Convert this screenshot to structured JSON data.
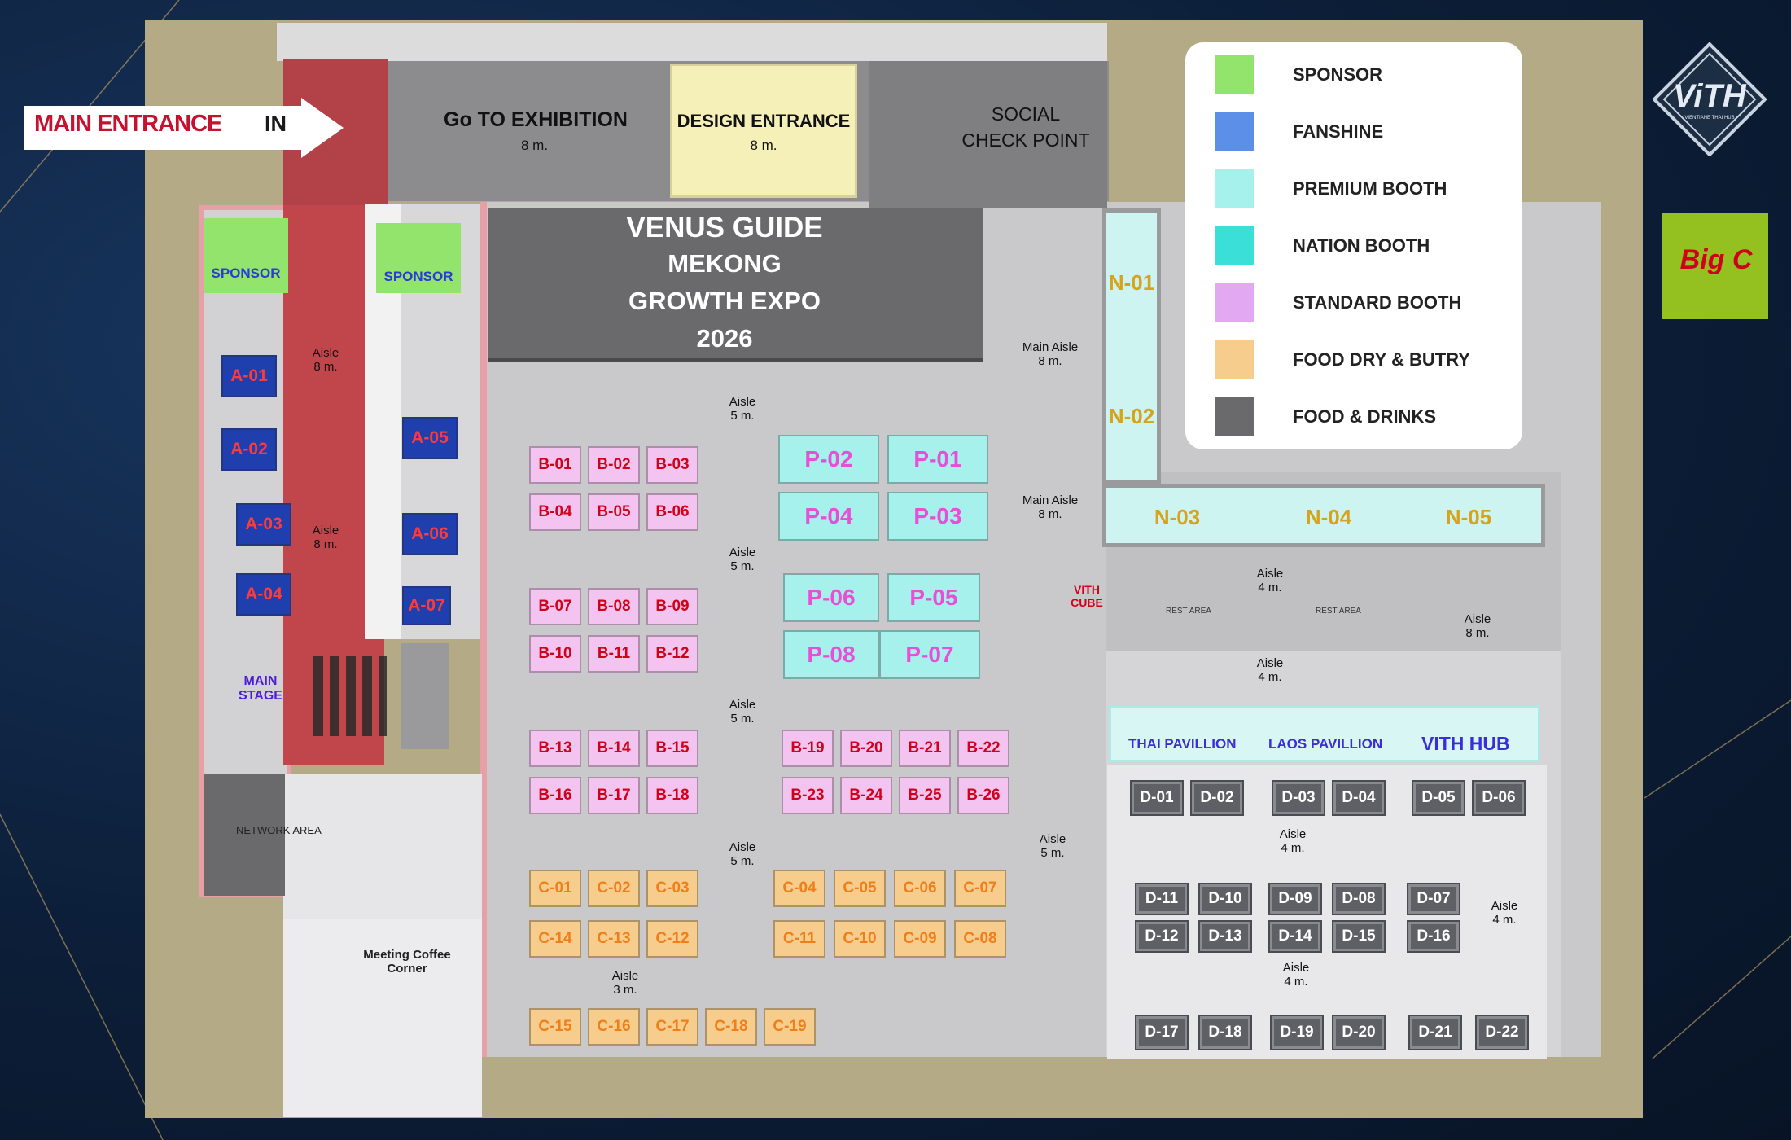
{
  "header": {
    "main_entrance": "MAIN ENTRANCE",
    "in": "IN"
  },
  "entrances": {
    "go_exhibition": "Go TO EXHIBITION",
    "go_exhibition_width": "8 m.",
    "design_entrance": "DESIGN ENTRANCE",
    "design_width": "8 m.",
    "social_checkpoint": "SOCIAL\nCHECK POINT"
  },
  "banner": {
    "line1": "VENUS GUIDE",
    "line2": "MEKONG",
    "line3": "GROWTH EXPO",
    "line4": "2026"
  },
  "legend": [
    {
      "label": "SPONSOR",
      "color": "#93e46c"
    },
    {
      "label": "FANSHINE",
      "color": "#5b8fe8"
    },
    {
      "label": "PREMIUM BOOTH",
      "color": "#a6f1ec"
    },
    {
      "label": "NATION BOOTH",
      "color": "#3ae0d8"
    },
    {
      "label": "STANDARD BOOTH",
      "color": "#e3a8f2"
    },
    {
      "label": "FOOD DRY &  BUTRY",
      "color": "#f6cd8c"
    },
    {
      "label": "FOOD & DRINKS",
      "color": "#6a6a6c"
    }
  ],
  "logos": {
    "vith": "ViTH",
    "vith_sub": "VIENTIANE THAI HUB",
    "bigc": "Big C"
  },
  "zones": {
    "sponsor1": "SPONSOR",
    "sponsor2": "SPONSOR",
    "main_stage": "MAIN\nSTAGE",
    "network_area": "NETWORK AREA",
    "meeting_coffee": "Meeting Coffee\nCorner",
    "vith_cube": "VITH\nCUBE",
    "rest_area1": "REST AREA",
    "rest_area2": "REST AREA",
    "thai_pavillion": "THAI PAVILLION",
    "laos_pavillion": "LAOS PAVILLION",
    "vith_hub": "VITH HUB"
  },
  "aisles": [
    {
      "id": "a1",
      "text": "Aisle\n8 m."
    },
    {
      "id": "a2",
      "text": "Aisle\n8 m."
    },
    {
      "id": "a3",
      "text": "Aisle\n5 m."
    },
    {
      "id": "a4",
      "text": "Aisle\n5 m."
    },
    {
      "id": "a5",
      "text": "Aisle\n5 m."
    },
    {
      "id": "a6",
      "text": "Aisle\n5 m."
    },
    {
      "id": "a7",
      "text": "Aisle\n3 m."
    },
    {
      "id": "a8",
      "text": "Main Aisle\n8 m."
    },
    {
      "id": "a9",
      "text": "Main Aisle\n8 m."
    },
    {
      "id": "a10",
      "text": "Aisle\n4 m."
    },
    {
      "id": "a11",
      "text": "Aisle\n4 m."
    },
    {
      "id": "a12",
      "text": "Aisle\n8 m."
    },
    {
      "id": "a13",
      "text": "Aisle\n5 m."
    },
    {
      "id": "a14",
      "text": "Aisle\n4 m."
    },
    {
      "id": "a15",
      "text": "Aisle\n4 m."
    },
    {
      "id": "a16",
      "text": "Aisle\n4 m."
    }
  ],
  "booths": {
    "A": [
      "A-01",
      "A-02",
      "A-03",
      "A-04",
      "A-05",
      "A-06",
      "A-07"
    ],
    "B": [
      "B-01",
      "B-02",
      "B-03",
      "B-04",
      "B-05",
      "B-06",
      "B-07",
      "B-08",
      "B-09",
      "B-10",
      "B-11",
      "B-12",
      "B-13",
      "B-14",
      "B-15",
      "B-16",
      "B-17",
      "B-18",
      "B-19",
      "B-20",
      "B-21",
      "B-22",
      "B-23",
      "B-24",
      "B-25",
      "B-26"
    ],
    "C": [
      "C-01",
      "C-02",
      "C-03",
      "C-04",
      "C-05",
      "C-06",
      "C-07",
      "C-14",
      "C-13",
      "C-12",
      "C-11",
      "C-10",
      "C-09",
      "C-08",
      "C-15",
      "C-16",
      "C-17",
      "C-18",
      "C-19"
    ],
    "P": [
      "P-01",
      "P-02",
      "P-03",
      "P-04",
      "P-05",
      "P-06",
      "P-07",
      "P-08"
    ],
    "N": [
      "N-01",
      "N-02",
      "N-03",
      "N-04",
      "N-05"
    ],
    "D": [
      "D-01",
      "D-02",
      "D-03",
      "D-04",
      "D-05",
      "D-06",
      "D-11",
      "D-10",
      "D-09",
      "D-08",
      "D-07",
      "D-12",
      "D-13",
      "D-14",
      "D-15",
      "D-16",
      "D-17",
      "D-18",
      "D-19",
      "D-20",
      "D-21",
      "D-22"
    ]
  }
}
